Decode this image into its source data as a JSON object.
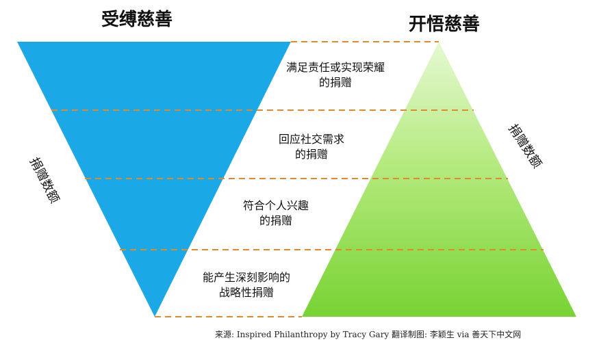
{
  "left_title": "受缚慈善",
  "right_title": "开悟慈善",
  "levels": [
    {
      "line1": "满足责任或实现荣耀",
      "line2": "的捐赠"
    },
    {
      "line1": "回应社交需求",
      "line2": "的捐赠"
    },
    {
      "line1": "符合个人兴趣",
      "line2": "的捐赠"
    },
    {
      "line1": "能产生深刻影响的",
      "line2": "战略性捐赠"
    }
  ],
  "left_side_label": "捐赠数额",
  "right_side_label": "捐赠数额",
  "source": "来源: Inspired Philanthropy by Tracy Gary 翻译制图: 李颖生 via 善天下中文网",
  "colors": {
    "inverted_triangle": "#1aa9e6",
    "pyramid_top": "#dff7c4",
    "pyramid_bottom": "#7fd63a",
    "dashed_line": "#e08a2c"
  }
}
